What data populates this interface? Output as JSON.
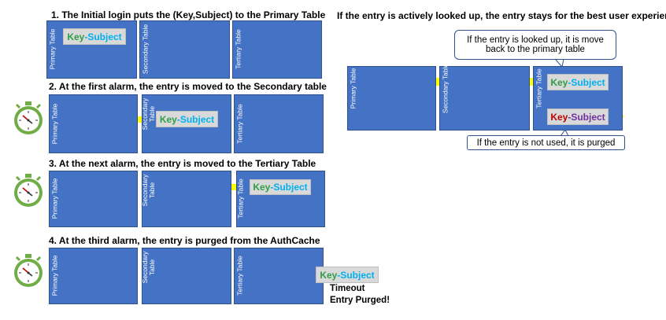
{
  "steps": [
    {
      "heading": "1. The Initial login puts the (Key,Subject) to the Primary Table"
    },
    {
      "heading": "2. At the first alarm, the entry is moved to the Secondary table"
    },
    {
      "heading": "3. At the next alarm, the entry is moved to the Tertiary Table"
    },
    {
      "heading": "4. At the third alarm, the entry is purged from the AuthCache"
    }
  ],
  "tables": {
    "primary": "Primary Table",
    "secondary": "Secondary Table",
    "tertiary": "Tertiary Table"
  },
  "entry": {
    "key": "Key",
    "separator": "-",
    "subject": "Subject"
  },
  "purged_note": {
    "line1": "Timeout",
    "line2": "Entry Purged!"
  },
  "right_panel": {
    "heading": "If the entry is actively looked up, the entry stays for the best user experience",
    "callout_lookup": "If the entry is looked up, it is move back to the primary table",
    "callout_unused": "If the entry is not used, it is purged"
  },
  "colors": {
    "table_fill": "#4472c4",
    "arrow": "#ffff00",
    "key": "#2e9e47",
    "subject": "#00b0f0",
    "stopwatch": "#70ad47"
  }
}
